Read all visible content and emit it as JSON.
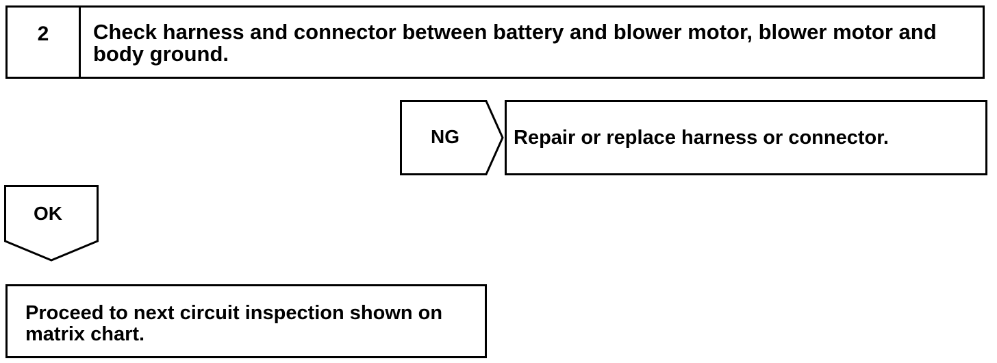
{
  "step": {
    "number": "2",
    "text": "Check harness and connector between battery and blower motor, blower motor and body ground."
  },
  "ng_branch": {
    "label": "NG",
    "action": "Repair or replace harness or connector."
  },
  "ok_branch": {
    "label": "OK",
    "action": "Proceed to next circuit inspection shown on matrix chart."
  }
}
